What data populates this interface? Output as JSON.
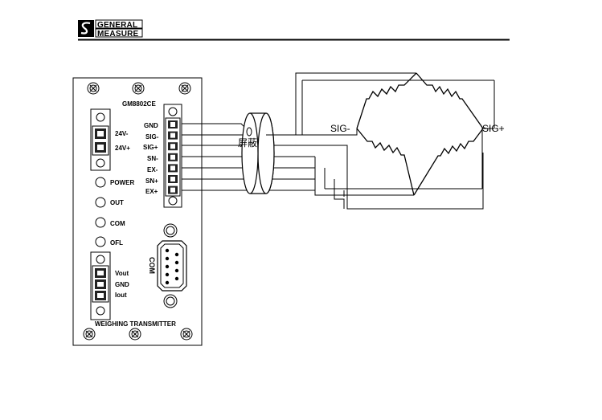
{
  "header": {
    "brand_line1": "GENERAL",
    "brand_line2": "MEASURE"
  },
  "device": {
    "model": "GM8802CE",
    "footer": "WEIGHING TRANSMITTER",
    "power_terminals": [
      "24V-",
      "24V+"
    ],
    "signal_terminals": [
      "GND",
      "SIG-",
      "SIG+",
      "SN-",
      "EX-",
      "SN+",
      "EX+"
    ],
    "leds": [
      "POWER",
      "OUT",
      "COM",
      "OFL"
    ],
    "analog_terminals": [
      "Vout",
      "GND",
      "Iout"
    ],
    "com_label": "COM"
  },
  "cable": {
    "shield_label": "屏蔽"
  },
  "bridge": {
    "sig_minus": "SIG-",
    "sig_plus": "SIG+"
  }
}
